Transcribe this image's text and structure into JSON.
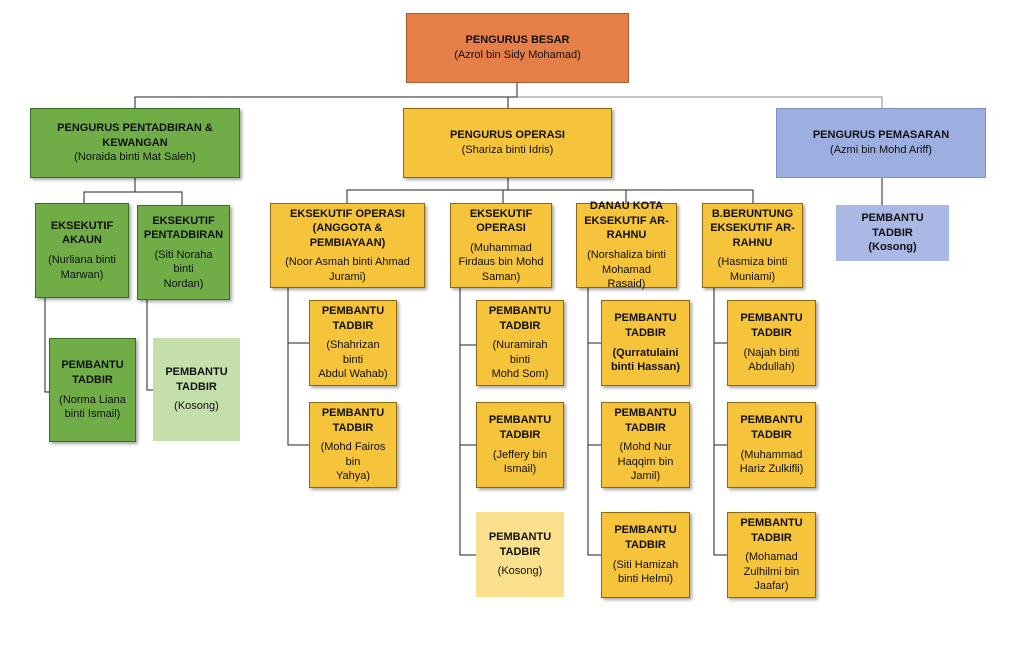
{
  "chart": {
    "top": {
      "title": "PENGURUS BESAR",
      "name": "(Azrol bin Sidy Mohamad)",
      "color": "#e57f47"
    },
    "admin": {
      "title": "PENGURUS PENTADBIRAN &\nKEWANGAN",
      "name": "(Noraida binti Mat Saleh)",
      "color": "#70ad47"
    },
    "ops": {
      "title": "PENGURUS OPERASI",
      "name": "(Shariza binti Idris)",
      "color": "#f5c43a"
    },
    "mkt": {
      "title": "PENGURUS PEMASARAN",
      "name": "(Azmi bin Mohd Ariff)",
      "color": "#9daee0"
    },
    "akaun": {
      "title": "EKSEKUTIF\nAKAUN",
      "name": "(Nurliana binti\nMarwan)"
    },
    "pentadbiran": {
      "title": "EKSEKUTIF\nPENTADBIRAN",
      "name": "(Siti Noraha binti\nNordan)"
    },
    "pt_akaun": {
      "title": "PEMBANTU\nTADBIR",
      "name": "(Norma Liana\nbinti Ismail)"
    },
    "pt_pentadbiran": {
      "title": "PEMBANTU\nTADBIR",
      "name": "(Kosong)"
    },
    "eo_anggota": {
      "title": "EKSEKUTIF OPERASI\n(ANGGOTA & PEMBIAYAAN)",
      "name": "(Noor Asmah binti Ahmad\nJurami)"
    },
    "eo2": {
      "title": "EKSEKUTIF\nOPERASI",
      "name": "(Muhammad\nFirdaus bin Mohd\nSaman)"
    },
    "danau": {
      "title": "DANAU KOTA\nEKSEKUTIF AR-\nRAHNU",
      "name": "(Norshaliza binti\nMohamad Rasaid)"
    },
    "beruntung": {
      "title": "B.BERUNTUNG\nEKSEKUTIF AR-\nRAHNU",
      "name": "(Hasmiza binti\nMuniami)"
    },
    "pt_c1_1": {
      "title": "PEMBANTU\nTADBIR",
      "name": "(Shahrizan binti\nAbdul Wahab)"
    },
    "pt_c1_2": {
      "title": "PEMBANTU\nTADBIR",
      "name": "(Mohd Fairos bin\nYahya)"
    },
    "pt_c2_1": {
      "title": "PEMBANTU\nTADBIR",
      "name": "(Nuramirah binti\nMohd Som)"
    },
    "pt_c2_2": {
      "title": "PEMBANTU\nTADBIR",
      "name": "(Jeffery bin\nIsmail)"
    },
    "pt_c2_3": {
      "title": "PEMBANTU\nTADBIR",
      "name": "(Kosong)"
    },
    "pt_c3_1": {
      "title": "PEMBANTU\nTADBIR",
      "name": "(Qurratulaini\nbinti Hassan)"
    },
    "pt_c3_2": {
      "title": "PEMBANTU\nTADBIR",
      "name": "(Mohd Nur\nHaqqim bin\nJamil)"
    },
    "pt_c3_3": {
      "title": "PEMBANTU\nTADBIR",
      "name": "(Siti Hamizah\nbinti Helmi)"
    },
    "pt_c4_1": {
      "title": "PEMBANTU\nTADBIR",
      "name": "(Najah binti\nAbdullah)"
    },
    "pt_c4_2": {
      "title": "PEMBANTU\nTADBIR",
      "name": "(Muhammad\nHariz Zulkifli)"
    },
    "pt_c4_3": {
      "title": "PEMBANTU\nTADBIR",
      "name": "(Mohamad\nZulhilmi bin\nJaafar)"
    },
    "pt_mkt": {
      "title": "PEMBANTU TADBIR\n(Kosong)"
    }
  }
}
